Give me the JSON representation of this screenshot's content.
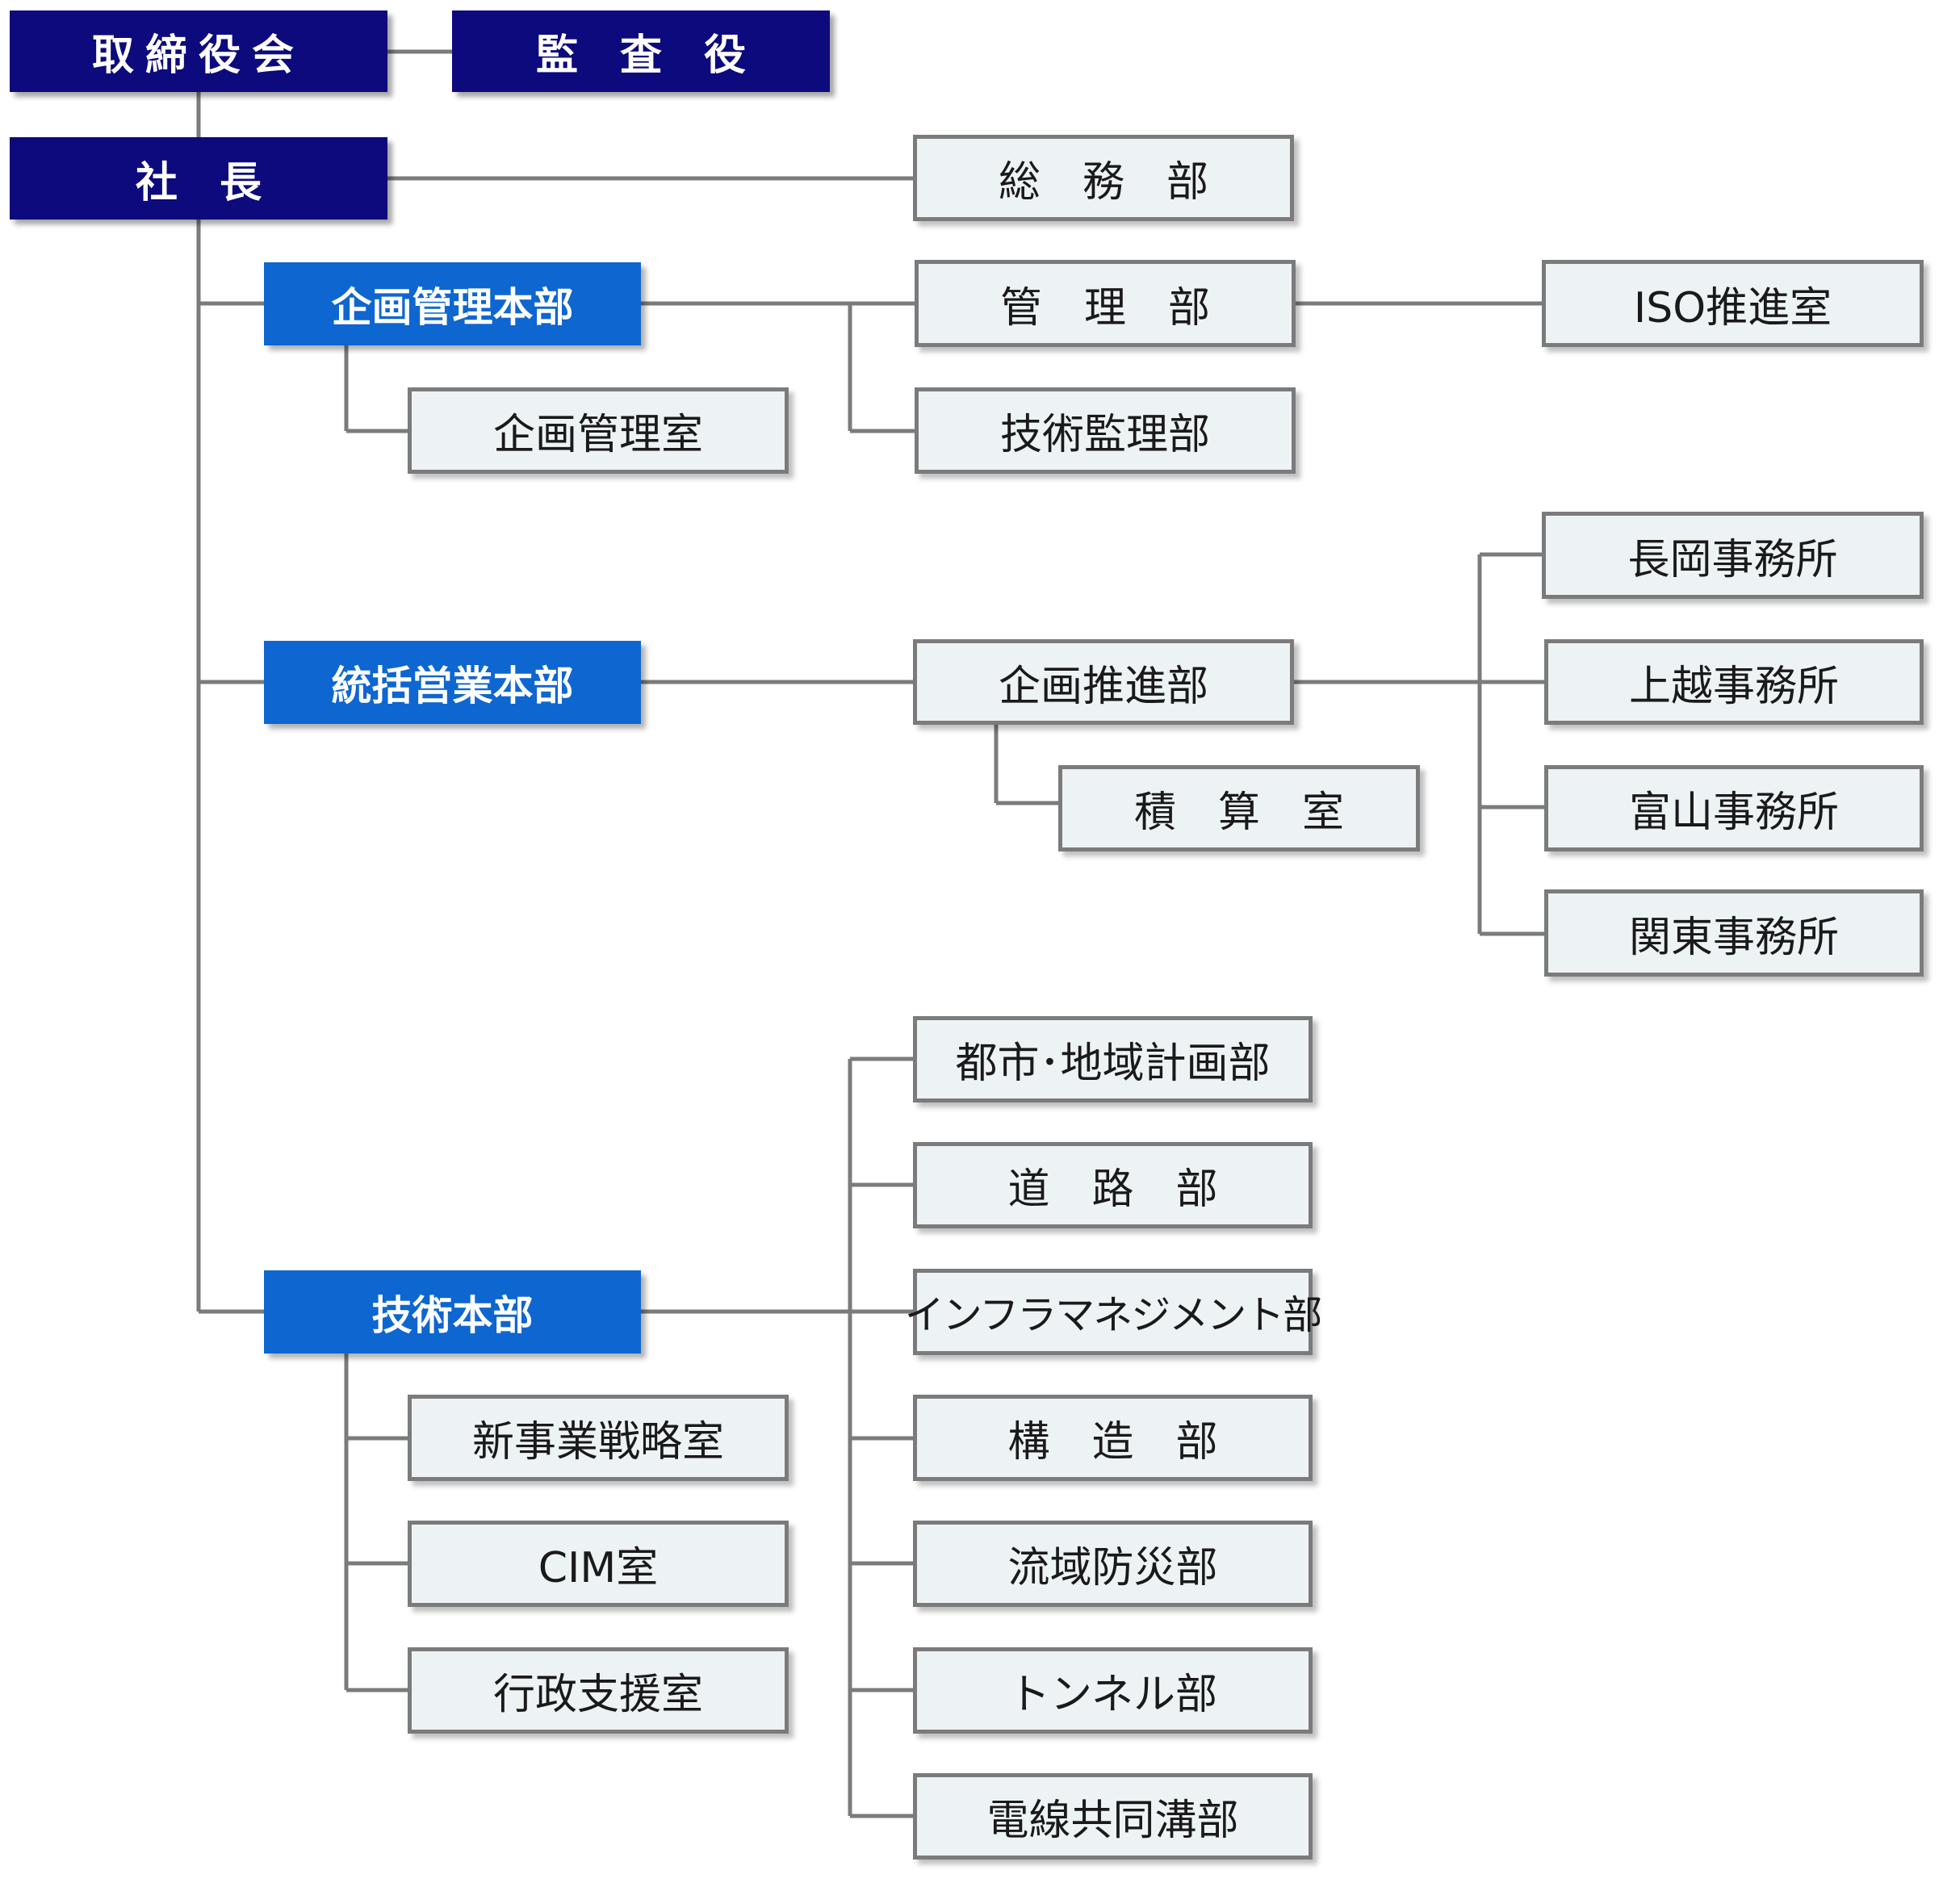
{
  "colors": {
    "executive": "#0c0a7c",
    "headquarters": "#0e66d0",
    "department_fill": "#edf3f5",
    "line": "#7b7b7b"
  },
  "executive": {
    "board": "取締役会",
    "auditor": "監　査　役",
    "president": "社　長"
  },
  "president_direct": {
    "general_affairs": "総　務　部"
  },
  "planning_hq": {
    "label": "企画管理本部",
    "planning_office": "企画管理室",
    "management_dept": "管　理　部",
    "iso_office": "ISO推進室",
    "tech_supervision_dept": "技術監理部"
  },
  "sales_hq": {
    "label": "統括営業本部",
    "planning_promotion_dept": "企画推進部",
    "estimation_office": "積　算　室",
    "offices": [
      "長岡事務所",
      "上越事務所",
      "富山事務所",
      "関東事務所"
    ]
  },
  "tech_hq": {
    "label": "技術本部",
    "offices": [
      "新事業戦略室",
      "CIM室",
      "行政支援室"
    ],
    "departments": [
      "都市･地域計画部",
      "道　路　部",
      "インフラマネジメント部",
      "構　造　部",
      "流域防災部",
      "トンネル部",
      "電線共同溝部"
    ]
  }
}
